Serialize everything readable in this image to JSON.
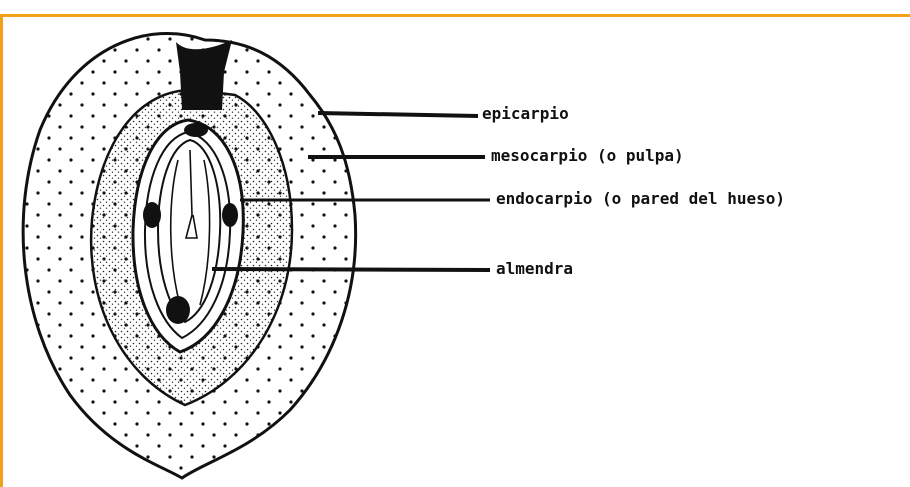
{
  "colors": {
    "frame": "#f4a11a",
    "ink": "#111111",
    "paper": "#ffffff"
  },
  "labels": {
    "epicarpio": "epicarpio",
    "mesocarpio": "mesocarpio (o pulpa)",
    "endocarpio": "endocarpio (o pared del hueso)",
    "almendra": "almendra"
  }
}
